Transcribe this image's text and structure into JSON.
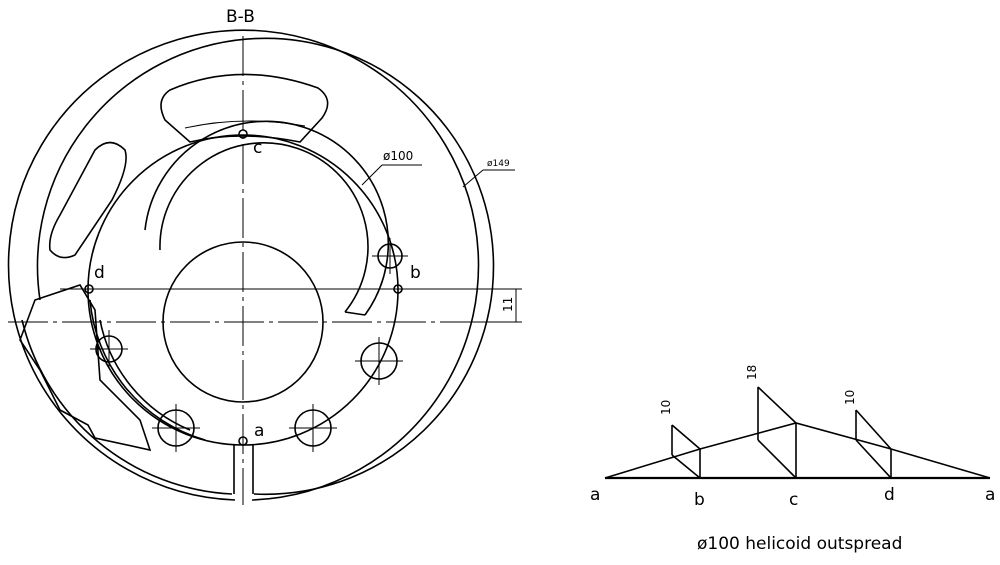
{
  "section_view": {
    "title": "B-B",
    "diameter_inner": "ø100",
    "diameter_outer": "ø149",
    "dimension_offset": "11",
    "point_labels": [
      "c",
      "d",
      "b",
      "a"
    ]
  },
  "outspread_view": {
    "caption": "ø100 helicoid outspread",
    "base_labels": [
      "a",
      "b",
      "c",
      "d",
      "a"
    ],
    "heights": [
      "10",
      "18",
      "10"
    ]
  }
}
